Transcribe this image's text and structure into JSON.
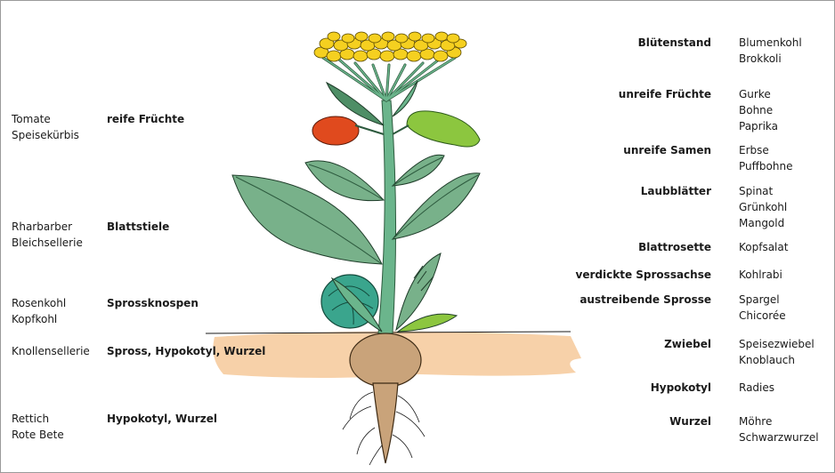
{
  "left_labels": [
    {
      "part": "reife Früchte",
      "examples": [
        "Tomate",
        "Speisekürbis"
      ]
    },
    {
      "part": "Blattstiele",
      "examples": [
        "Rharbarber",
        "Bleichsellerie"
      ]
    },
    {
      "part": "Sprossknospen",
      "examples": [
        "Rosenkohl",
        "Kopfkohl"
      ]
    },
    {
      "part": "Spross, Hypokotyl, Wurzel",
      "examples": [
        "Knollensellerie"
      ]
    },
    {
      "part": "Hypokotyl, Wurzel",
      "examples": [
        "Rettich",
        "Rote Bete"
      ]
    }
  ],
  "right_labels": [
    {
      "part": "Blütenstand",
      "examples": [
        "Blumenkohl",
        "Brokkoli"
      ]
    },
    {
      "part": "unreife Früchte",
      "examples": [
        "Gurke",
        "Bohne",
        "Paprika"
      ]
    },
    {
      "part": "unreife Samen",
      "examples": [
        "Erbse",
        "Puffbohne"
      ]
    },
    {
      "part": "Laubblätter",
      "examples": [
        "Spinat",
        "Grünkohl",
        "Mangold"
      ]
    },
    {
      "part": "Blattrosette",
      "examples": [
        "Kopfsalat"
      ]
    },
    {
      "part": "verdickte Sprossachse",
      "examples": [
        "Kohlrabi"
      ]
    },
    {
      "part": "austreibende Sprosse",
      "examples": [
        "Spargel",
        "Chicorée"
      ]
    },
    {
      "part": "Zwiebel",
      "examples": [
        "Speisezwiebel",
        "Knoblauch"
      ]
    },
    {
      "part": "Hypokotyl",
      "examples": [
        "Radies"
      ]
    },
    {
      "part": "Wurzel",
      "examples": [
        "Möhre",
        "Schwarzwurzel"
      ]
    }
  ],
  "colors": {
    "flower": "#f5d020",
    "stem": "#6bb58c",
    "leaf": "#78b18a",
    "leaf_dark": "#4e8e66",
    "tomato": "#e04a1e",
    "bean": "#8cc63f",
    "cabbage": "#3aa58d",
    "soil": "#f6c99a",
    "root": "#c9a37a"
  }
}
